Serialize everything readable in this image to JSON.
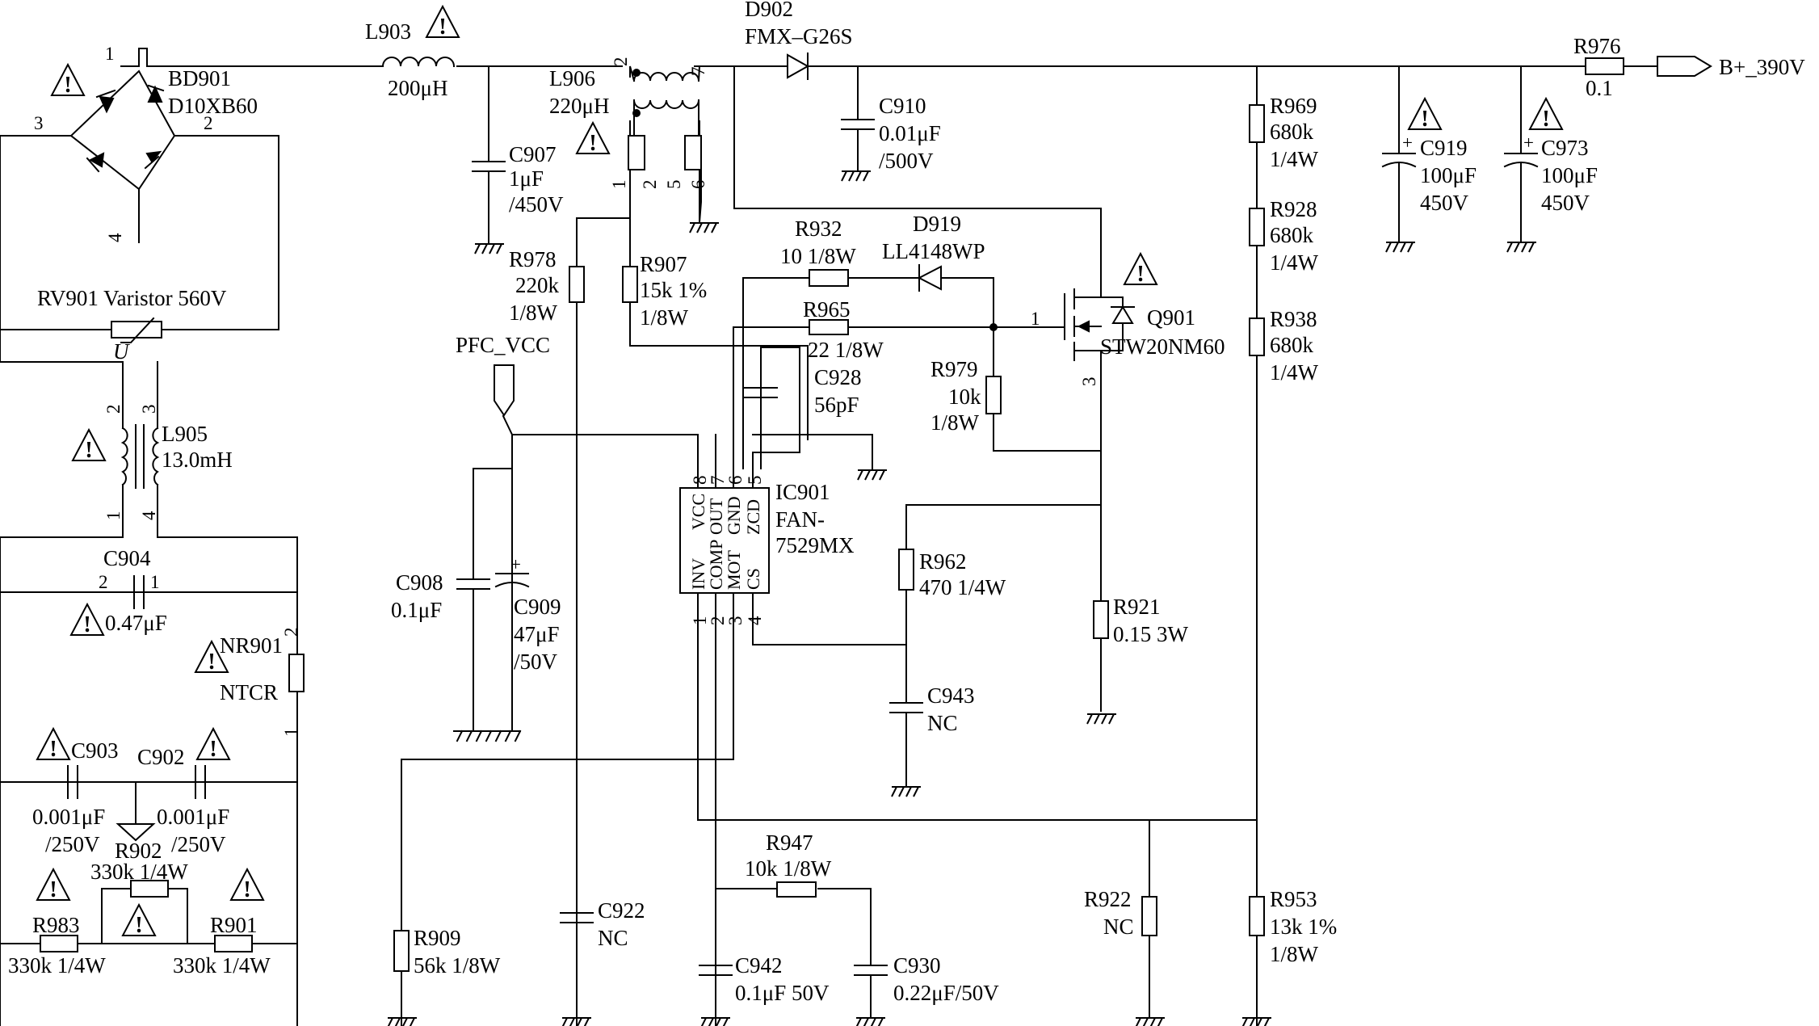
{
  "components": {
    "bd901": {
      "ref": "BD901",
      "value": "D10XB60"
    },
    "l903": {
      "ref": "L903",
      "value": "200μH"
    },
    "l906": {
      "ref": "L906",
      "value": "220μH"
    },
    "d902": {
      "ref": "D902",
      "value": "FMX–G26S"
    },
    "r976": {
      "ref": "R976",
      "value": "0.1"
    },
    "output": {
      "label": "B+_390V"
    },
    "c907": {
      "ref": "C907",
      "value": "1μF",
      "rating": "/450V"
    },
    "c910": {
      "ref": "C910",
      "value": "0.01μF",
      "rating": "/500V"
    },
    "r969": {
      "ref": "R969",
      "value": "680k",
      "rating": "1/4W"
    },
    "r928": {
      "ref": "R928",
      "value": "680k",
      "rating": "1/4W"
    },
    "r938": {
      "ref": "R938",
      "value": "680k",
      "rating": "1/4W"
    },
    "c919": {
      "ref": "C919",
      "value": "100μF",
      "rating": "450V"
    },
    "c973": {
      "ref": "C973",
      "value": "100μF",
      "rating": "450V"
    },
    "rv901": {
      "label": "RV901 Varistor 560V",
      "symbol": "U"
    },
    "r978": {
      "ref": "R978",
      "value": "220k",
      "rating": "1/8W"
    },
    "r907": {
      "ref": "R907",
      "value": "15k 1%",
      "rating": "1/8W"
    },
    "r932": {
      "ref": "R932",
      "value": "10 1/8W"
    },
    "d919": {
      "ref": "D919",
      "value": "LL4148WP"
    },
    "r965": {
      "ref": "R965",
      "value": "22 1/8W"
    },
    "c928": {
      "ref": "C928",
      "value": "56pF"
    },
    "q901": {
      "ref": "Q901",
      "value": "STW20NM60"
    },
    "r979": {
      "ref": "R979",
      "value": "10k",
      "rating": "1/8W"
    },
    "pfc_vcc": {
      "label": "PFC_VCC"
    },
    "l905": {
      "ref": "L905",
      "value": "13.0mH"
    },
    "ic901": {
      "ref": "IC901",
      "value_line1": "FAN-",
      "value_line2": "7529MX",
      "pins_top": [
        "VCC",
        "OUT",
        "GND",
        "ZCD"
      ],
      "pins_bottom": [
        "INV",
        "COMP",
        "MOT",
        "CS"
      ]
    },
    "r962": {
      "ref": "R962",
      "value": "470 1/4W"
    },
    "r921": {
      "ref": "R921",
      "value": "0.15 3W"
    },
    "c904": {
      "ref": "C904",
      "value": "0.47μF"
    },
    "nr901": {
      "ref": "NR901",
      "value": "NTCR"
    },
    "c908": {
      "ref": "C908",
      "value": "0.1μF"
    },
    "c909": {
      "ref": "C909",
      "value": "47μF",
      "rating": "/50V"
    },
    "c943": {
      "ref": "C943",
      "value": "NC"
    },
    "c903": {
      "ref": "C903",
      "value": "0.001μF",
      "rating": "/250V"
    },
    "c902": {
      "ref": "C902",
      "value": "0.001μF",
      "rating": "/250V"
    },
    "r902": {
      "ref": "R902",
      "value": "330k 1/4W"
    },
    "r947": {
      "ref": "R947",
      "value": "10k 1/8W"
    },
    "r983": {
      "ref": "R983",
      "value": "330k 1/4W"
    },
    "r901": {
      "ref": "R901",
      "value": "330k 1/4W"
    },
    "c922": {
      "ref": "C922",
      "value": "NC"
    },
    "r922": {
      "ref": "R922",
      "value": "NC"
    },
    "r953": {
      "ref": "R953",
      "value": "13k 1%",
      "rating": "1/8W"
    },
    "r909": {
      "ref": "R909",
      "value": "56k 1/8W"
    },
    "c942": {
      "ref": "C942",
      "value": "0.1μF 50V"
    },
    "c930": {
      "ref": "C930",
      "value": "0.22μF/50V"
    }
  },
  "pins": {
    "one": "1",
    "two": "2",
    "three": "3",
    "four": "4",
    "five": "5",
    "six": "6",
    "seven": "7",
    "eight": "8"
  },
  "symbols": {
    "warning": "!",
    "plus": "+"
  }
}
